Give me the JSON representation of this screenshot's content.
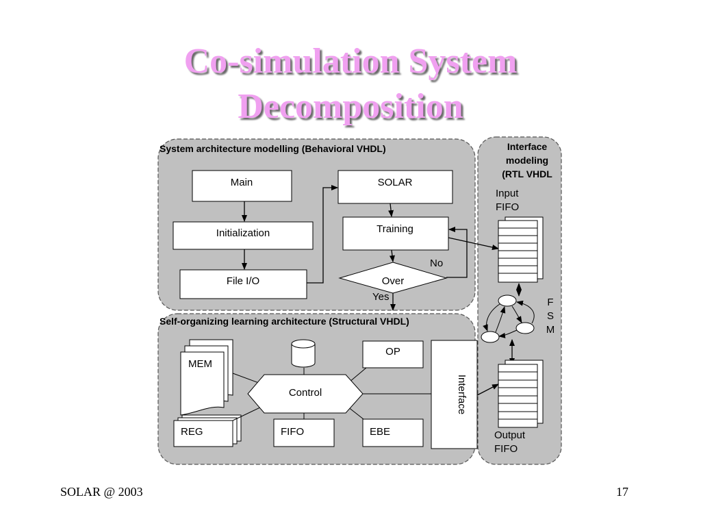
{
  "slide": {
    "title_line1": "Co-simulation System",
    "title_line2": "Decomposition",
    "footer_left": "SOLAR @ 2003",
    "page_number": "17"
  },
  "diagram": {
    "behavioral_panel_label": "System architecture modelling (Behavioral VHDL)",
    "structural_panel_label": "Self-organizing learning architecture (Structural VHDL)",
    "interface_panel_label_1": "Interface",
    "interface_panel_label_2": "modeling",
    "interface_panel_label_3": "(RTL VHDL",
    "main": "Main",
    "initialization": "Initialization",
    "file_io": "File I/O",
    "solar": "SOLAR",
    "training": "Training",
    "over": "Over",
    "no": "No",
    "yes": "Yes",
    "input_fifo_1": "Input",
    "input_fifo_2": "FIFO",
    "output_fifo_1": "Output",
    "output_fifo_2": "FIFO",
    "fsm_f": "F",
    "fsm_s": "S",
    "fsm_m": "M",
    "mem": "MEM",
    "reg": "REG",
    "control": "Control",
    "op": "OP",
    "fifo": "FIFO",
    "ebe": "EBE",
    "interface": "Interface"
  }
}
